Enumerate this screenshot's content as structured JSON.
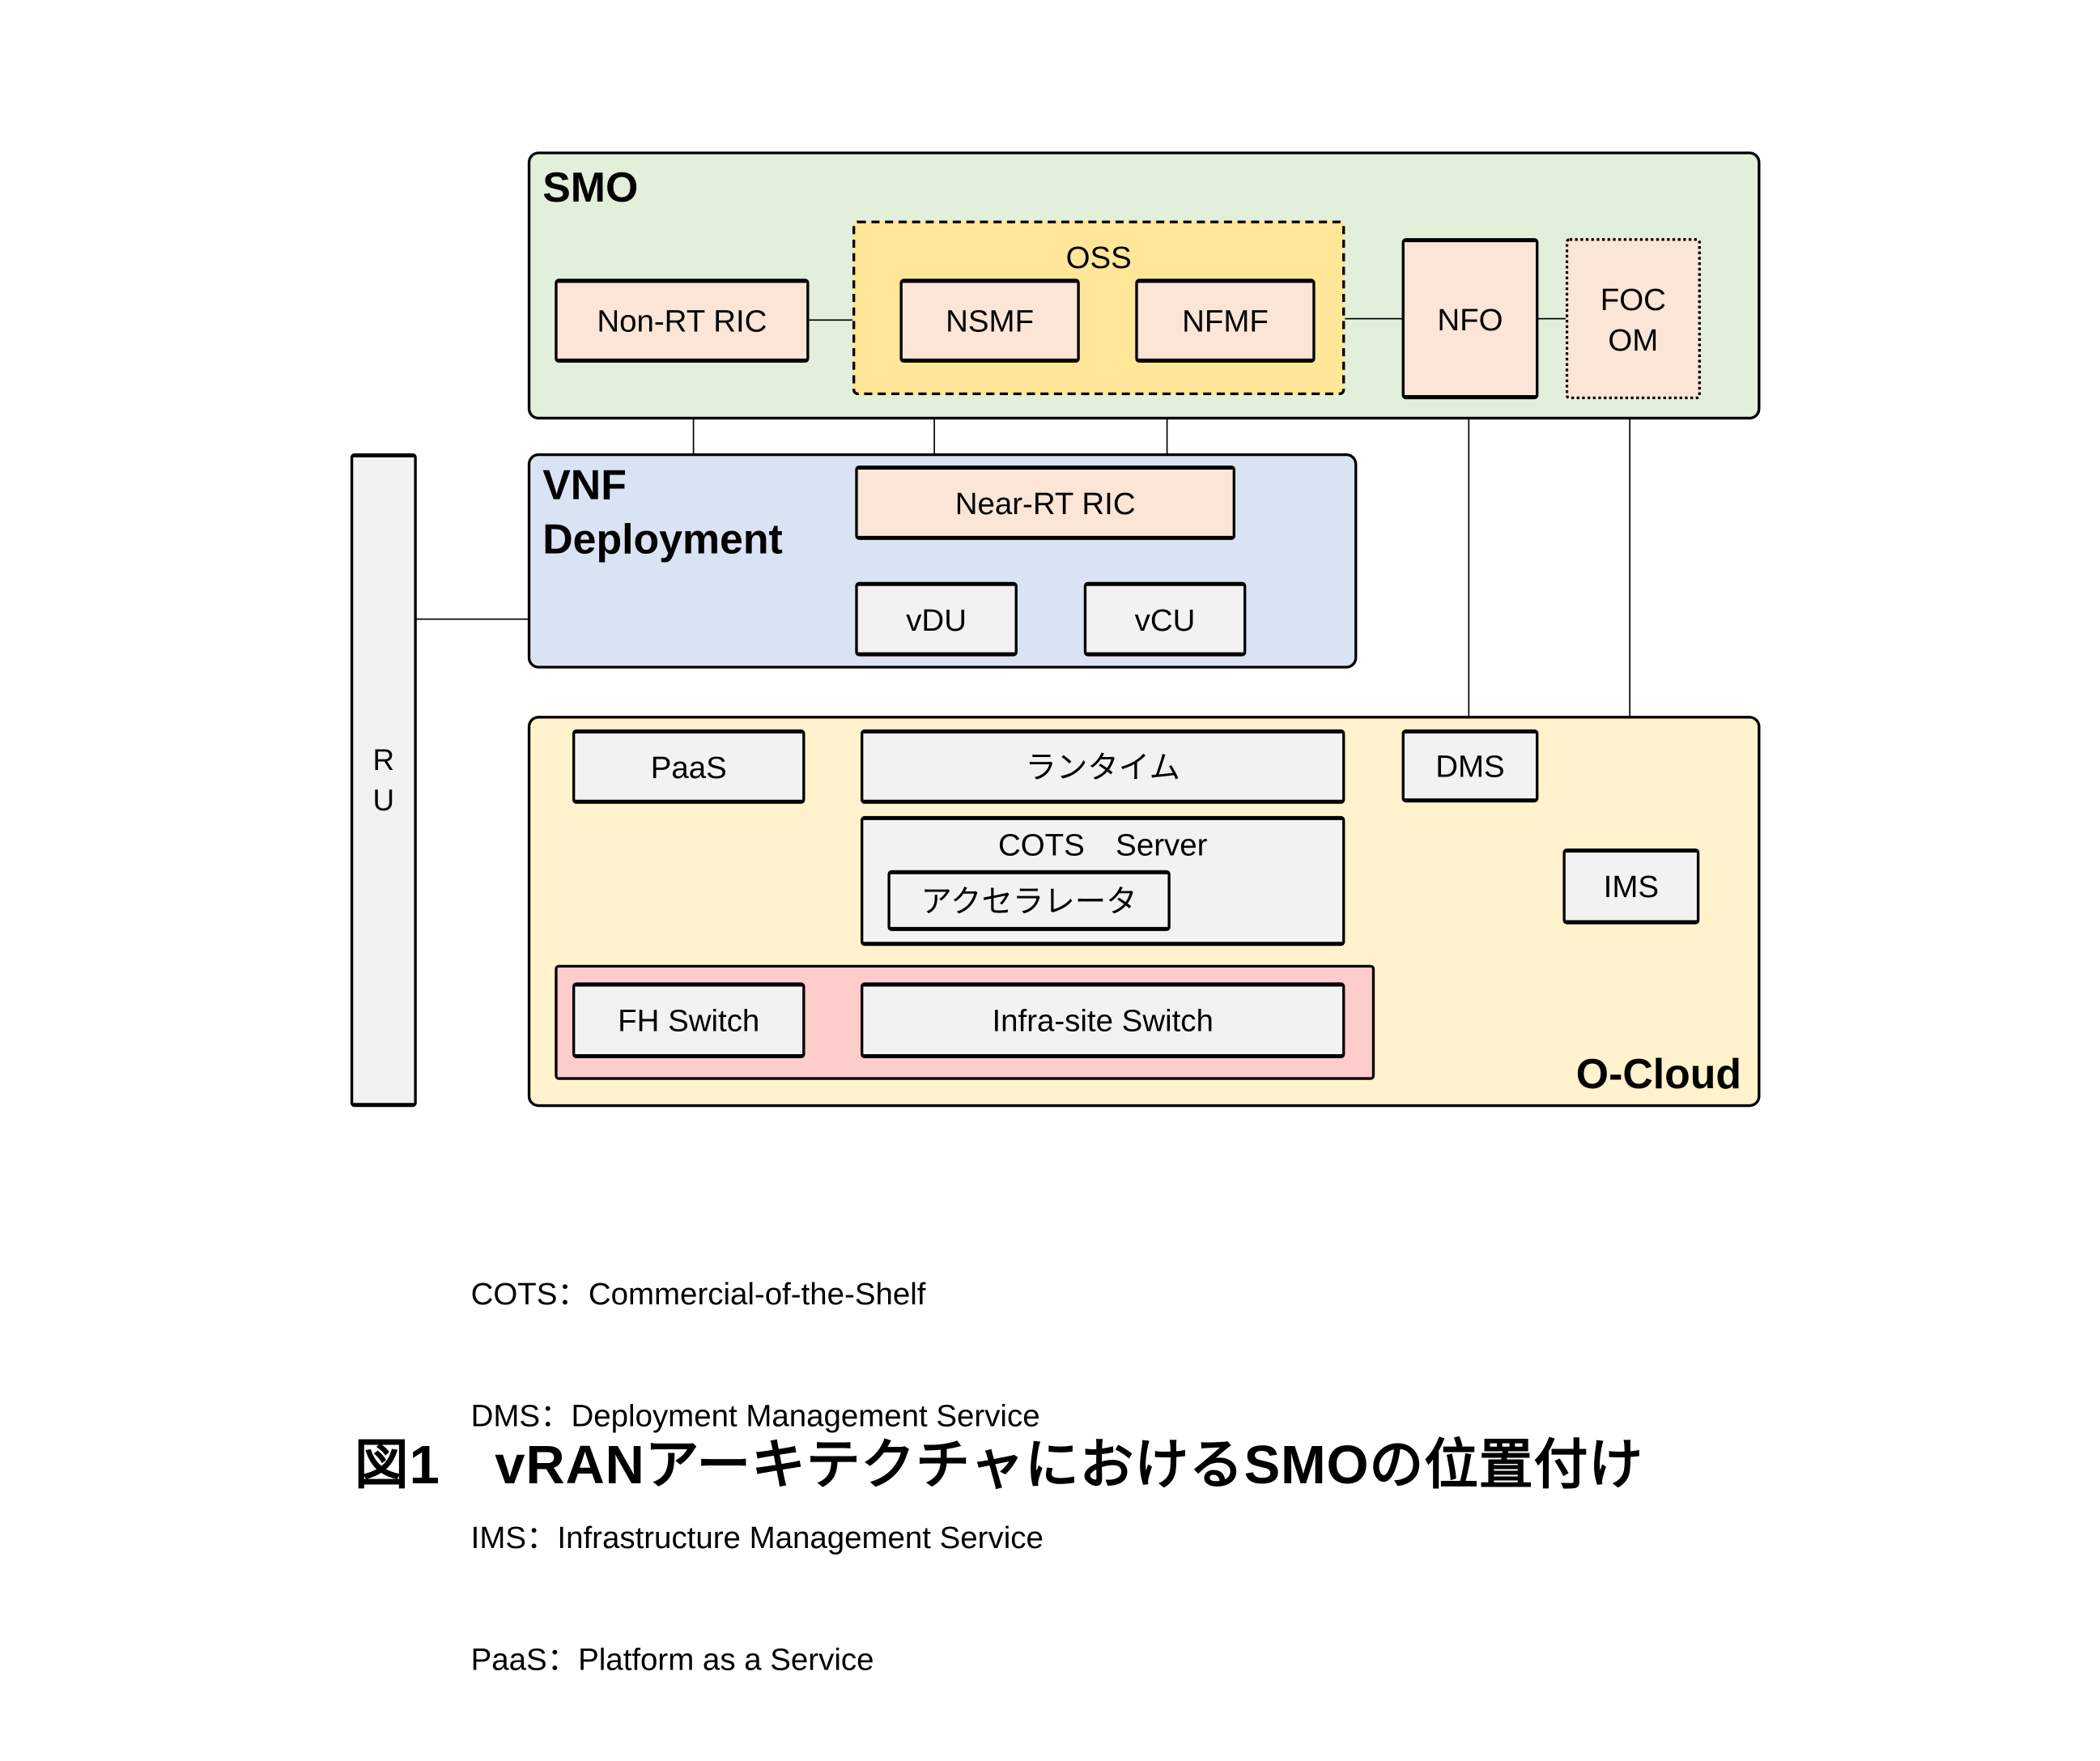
{
  "diagram": {
    "groups": {
      "smo": {
        "label": "SMO",
        "color": "#e2efda"
      },
      "oss": {
        "label": "OSS",
        "color": "#ffe699"
      },
      "vnf_deployment": {
        "label_line1": "VNF",
        "label_line2": "Deployment",
        "color": "#dae3f3"
      },
      "o_cloud": {
        "label": "O-Cloud",
        "color": "#fff2cc"
      },
      "switch_group": {
        "color": "#ffcccc"
      }
    },
    "nodes": {
      "non_rt_ric": "Non-RT RIC",
      "nsmf": "NSMF",
      "nfmf": "NFMF",
      "nfo": "NFO",
      "focom_line1": "FOC",
      "focom_line2": "OM",
      "near_rt_ric": "Near-RT RIC",
      "vdu": "vDU",
      "vcu": "vCU",
      "ru_line1": "R",
      "ru_line2": "U",
      "paas": "PaaS",
      "runtime": "ランタイム",
      "dms": "DMS",
      "cots_server": "COTS　Server",
      "accelerator": "アクセラレータ",
      "ims": "IMS",
      "fh_switch": "FH Switch",
      "infra_site_switch": "Infra-site Switch"
    },
    "node_colors": {
      "function": "#fbe5d6",
      "infrastructure": "#f2f2f2"
    },
    "connections": [
      [
        "Non-RT RIC",
        "OSS"
      ],
      [
        "OSS",
        "NFO"
      ],
      [
        "NFO",
        "FOCOM"
      ],
      [
        "Non-RT RIC",
        "Near-RT RIC"
      ],
      [
        "NSMF",
        "Near-RT RIC"
      ],
      [
        "NFMF",
        "Near-RT RIC"
      ],
      [
        "Near-RT RIC",
        "vDU"
      ],
      [
        "Near-RT RIC",
        "vCU"
      ],
      [
        "vDU",
        "vCU"
      ],
      [
        "RU",
        "vDU"
      ],
      [
        "NFO",
        "DMS"
      ],
      [
        "FOCOM",
        "IMS"
      ],
      [
        "ランタイム",
        "DMS"
      ],
      [
        "COTS Server",
        "IMS"
      ]
    ]
  },
  "legend": [
    "COTS：Commercial-of-the-Shelf",
    "DMS：Deployment Management Service",
    "IMS：Infrastructure Management Service",
    "PaaS：Platform as a Service"
  ],
  "caption": "図1　vRANアーキテクチャにおけるSMOの位置付け"
}
